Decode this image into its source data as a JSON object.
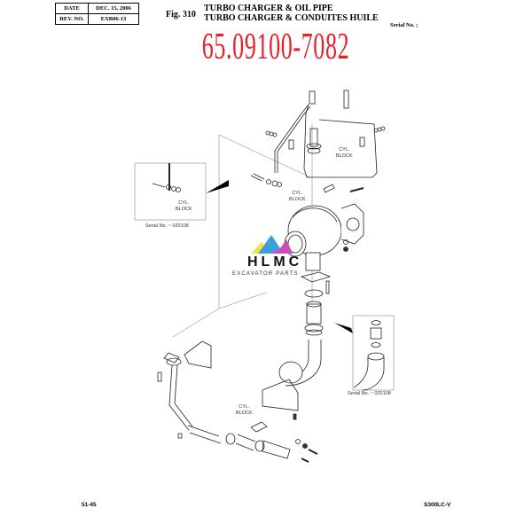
{
  "header": {
    "date_label": "DATE",
    "date_value": "DEC. 15, 2006",
    "rev_label": "REV. NO.",
    "rev_value": "EXB06-13",
    "fig_label": "Fig. 310",
    "title_en": "TURBO CHARGER & OIL PIPE",
    "title_fr": "TURBO CHARGER & CONDUITES HUILE",
    "serial_label": "Serial No. ;"
  },
  "part_number": "65.09100-7082",
  "part_number_color": "#e8202a",
  "diagram": {
    "cyl_block_labels": [
      "CYL.\nBLOCK",
      "CYL.\nBLOCK",
      "CYL.\nBLOCK",
      "CYL.\nBLOCK"
    ],
    "inset_left_caption": "Serial No. ~ 020108",
    "inset_right_caption": "Serial No. ~ 020108"
  },
  "watermark": {
    "brand": "HLMC",
    "tagline": "EXCAVATOR PARTS"
  },
  "footer": {
    "page_number": "51-45",
    "model": "S300LC-V"
  }
}
